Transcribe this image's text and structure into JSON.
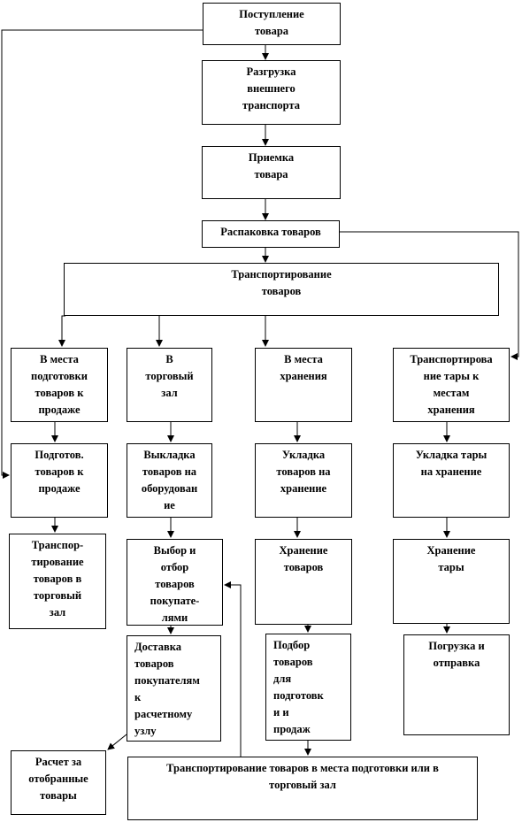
{
  "boxes": {
    "receipt": "Поступление\nтовара",
    "unloading": "Разгрузка\nвнешнего\nтранспорта",
    "acceptance": "Приемка\nтовара",
    "unpacking": "Распаковка товаров",
    "transport": "Транспортирование\nтоваров",
    "to_prep": "В места\nподготовки\nтоваров к\nпродаже",
    "to_floor": "В\nторговый\nзал",
    "to_storage": "В места\nхранения",
    "container_transport": "Транспортирова\nние тары к\nместам\nхранения",
    "prep": "Подготов.\nтоваров к\nпродаже",
    "display": "Выкладка\nтоваров на\nоборудован\nие",
    "stacking": "Укладка\nтоваров на\nхранение",
    "container_stacking": "Укладка тары\nна хранение",
    "floor_transport": "Транспор-\nтирование\nтоваров в\nторговый\nзал",
    "selection": "Выбор и\nотбор\nтоваров\nпокупате-\nлями",
    "storage": "Хранение\nтоваров",
    "container_storage": "Хранение\nтары",
    "delivery": "Доставка\nтоваров\nпокупателям\nк\nрасчетному\nузлу",
    "picking": "Подбор\nтоваров\nдля\nподготовк\nи и\nпродаж",
    "loading": "Погрузка и\nотправка",
    "payment": "Расчет за\nотобранные\nтовары",
    "final_transport": "Транспортирование товаров в места подготовки или в\nторговый зал"
  }
}
